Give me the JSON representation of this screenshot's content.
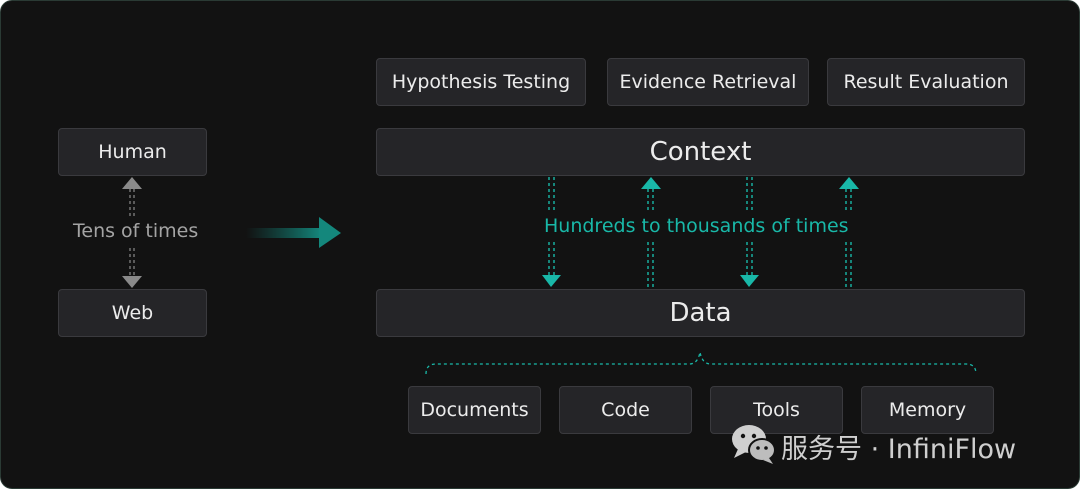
{
  "left": {
    "top_node": "Human",
    "bottom_node": "Web",
    "loop_label": "Tens of times"
  },
  "right": {
    "tasks": [
      "Hypothesis Testing",
      "Evidence Retrieval",
      "Result Evaluation"
    ],
    "context": "Context",
    "data": "Data",
    "loop_label": "Hundreds to thousands of times",
    "sources": [
      "Documents",
      "Code",
      "Tools",
      "Memory"
    ]
  },
  "watermark": {
    "text": "服务号 · InfiniFlow",
    "icon": "wechat-icon"
  },
  "colors": {
    "background": "#121212",
    "box": "#252528",
    "box_border": "#3a3a3e",
    "accent": "#19b8a8",
    "gray": "#8a8a8a"
  }
}
